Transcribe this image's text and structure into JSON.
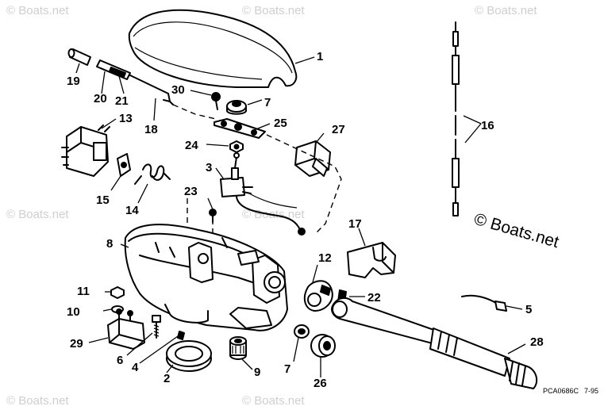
{
  "watermarks": [
    "© Boats.net",
    "© Boats.net",
    "© Boats.net",
    "© Boats.net",
    "© Boats.net",
    "© Boats.net",
    "© Boats.net"
  ],
  "copyright": "© Boats.net",
  "footer": {
    "code": "PCA0686C",
    "date": "7-95"
  },
  "callouts": {
    "c1": "1",
    "c2": "2",
    "c3": "3",
    "c4": "4",
    "c5": "5",
    "c6": "6",
    "c7a": "7",
    "c7b": "7",
    "c8": "8",
    "c9": "9",
    "c10": "10",
    "c11": "11",
    "c12": "12",
    "c13": "13",
    "c14": "14",
    "c15": "15",
    "c16": "16",
    "c17": "17",
    "c18": "18",
    "c19": "19",
    "c20": "20",
    "c21": "21",
    "c22": "22",
    "c23": "23",
    "c24": "24",
    "c25": "25",
    "c26": "26",
    "c27": "27",
    "c28": "28",
    "c29": "29",
    "c30": "30"
  }
}
